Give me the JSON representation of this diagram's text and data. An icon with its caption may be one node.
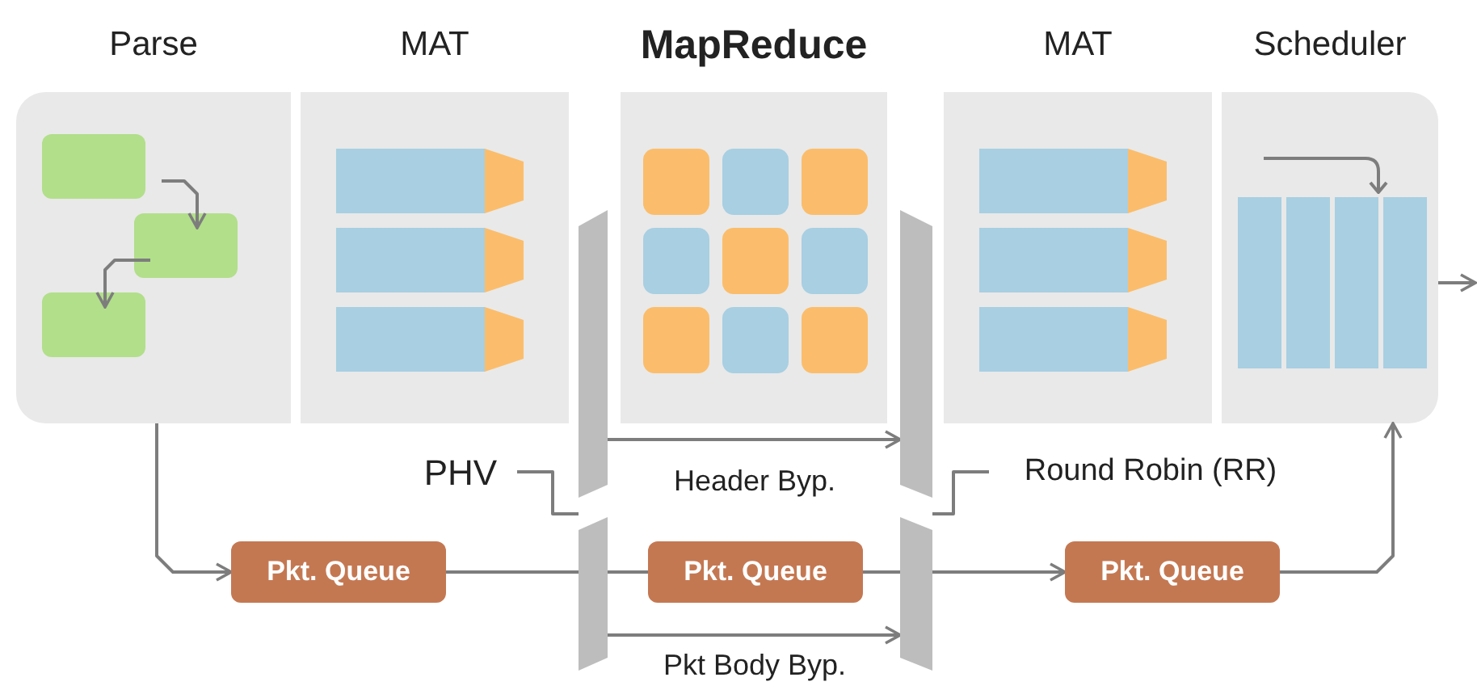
{
  "diagram": {
    "nodes": [
      {
        "text": [
          "Parse"
        ]
      },
      {
        "text": [],
        "shape": "box",
        "in": 0
      },
      {
        "text": [],
        "shape": "box",
        "in": 0
      },
      {
        "text": [],
        "shape": "box",
        "in": 0
      },
      {
        "text": [
          "MAT"
        ]
      },
      {
        "text": [
          "MapReduce"
        ]
      },
      {
        "text": [
          "MAT"
        ]
      },
      {
        "text": [
          "Scheduler"
        ]
      },
      {
        "text": [
          "PHV"
        ]
      },
      {
        "text": [],
        "shape": "bar"
      },
      {
        "text": [],
        "shape": "bar"
      },
      {
        "text": [
          "Round Robin (RR)"
        ]
      },
      {
        "text": [
          "Pkt. Queue"
        ]
      },
      {
        "text": [
          "Pkt. Queue"
        ]
      },
      {
        "text": [
          "Pkt. Queue"
        ]
      }
    ],
    "edges": [
      {
        "from": 1,
        "to": 2,
        "arrow": "to"
      },
      {
        "from": 2,
        "to": 3,
        "arrow": "to"
      },
      {
        "from": 0,
        "to": 12,
        "arrow": "to"
      },
      {
        "from": 12,
        "to": 9,
        "arrow": "none"
      },
      {
        "from": 9,
        "to": 13,
        "arrow": "none"
      },
      {
        "from": 13,
        "to": 10,
        "arrow": "none"
      },
      {
        "from": 10,
        "to": 14,
        "arrow": "to"
      },
      {
        "from": 14,
        "to": 7,
        "arrow": "to"
      },
      {
        "from": 9,
        "to": 10,
        "arrow": "to",
        "label": "Header Byp."
      },
      {
        "from": 9,
        "to": 10,
        "arrow": "to",
        "label": "Pkt Body Byp."
      },
      {
        "from": 8,
        "to": 9,
        "arrow": "none"
      },
      {
        "from": 11,
        "to": 10,
        "arrow": "none"
      },
      {
        "from": 7,
        "to": null,
        "arrow": "to"
      }
    ]
  }
}
